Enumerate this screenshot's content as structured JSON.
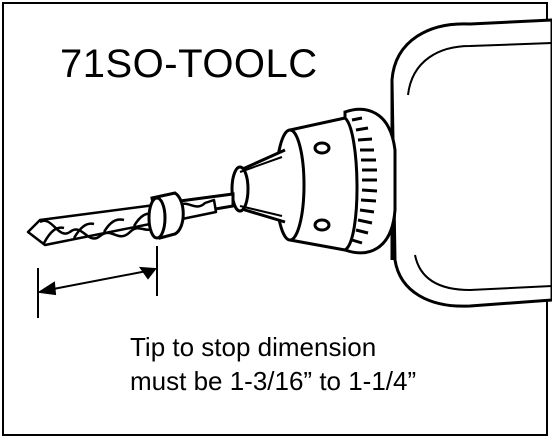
{
  "diagram": {
    "part_code": "71SO-TOOLC",
    "caption": {
      "line1": "Tip to stop dimension",
      "line2": "must be 1-3/16” to 1-1/4”"
    },
    "components": [
      "drill-body-icon",
      "drill-chuck-icon",
      "drill-bit-icon",
      "stop-collar-icon",
      "dimension-arrow-icon"
    ]
  }
}
